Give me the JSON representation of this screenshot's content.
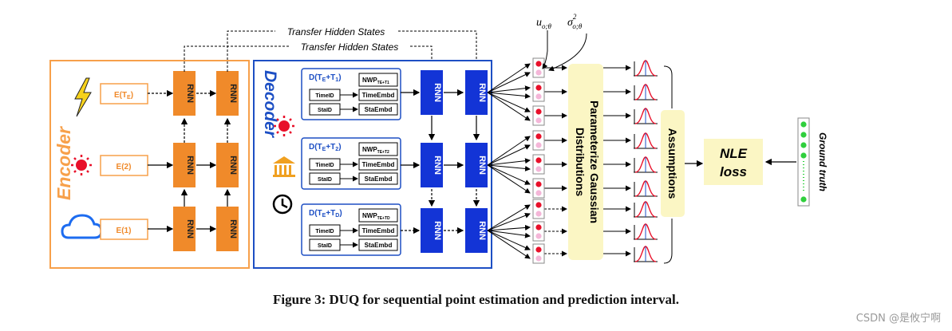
{
  "encoder": {
    "title": "Encoder",
    "inputs": [
      {
        "label": "E(T",
        "sub": "E",
        "suffix": ")",
        "icon": "lightning-icon"
      },
      {
        "label": "E(2)",
        "icon": "sun-icon"
      },
      {
        "label": "E(1)",
        "icon": "cloud-icon"
      }
    ],
    "rnn_label": "RNN"
  },
  "transfer_label": "Transfer Hidden States",
  "decoder": {
    "title": "Decoder",
    "icons": [
      "sun-icon",
      "bank-icon",
      "clock-icon"
    ],
    "blocks": [
      {
        "d_label": "D(T",
        "d_sub1": "E",
        "d_plus": "+T",
        "d_sub2": "1",
        "nwp": "NWP",
        "nwp_sub": "TE+T1"
      },
      {
        "d_label": "D(T",
        "d_sub1": "E",
        "d_plus": "+T",
        "d_sub2": "2",
        "nwp": "NWP",
        "nwp_sub": "TE+T2"
      },
      {
        "d_label": "D(T",
        "d_sub1": "E",
        "d_plus": "+T",
        "d_sub2": "D",
        "nwp": "NWP",
        "nwp_sub": "TE+TD"
      }
    ],
    "time_id": "TimeID",
    "time_embd": "TimeEmbd",
    "sta_id": "StaID",
    "sta_embd": "StaEmbd",
    "rnn_label": "RNN"
  },
  "mu_label": "u",
  "mu_sub": "o;θ",
  "sigma_label": "σ",
  "sigma_sup": "2",
  "sigma_sub": "o;θ",
  "param_box": [
    "Parameterize  Gaussian",
    "Distributions"
  ],
  "assumptions": "Assumptions",
  "nle_loss": [
    "NLE",
    "loss"
  ],
  "ground_truth": "Ground truth",
  "caption": "Figure 3: DUQ for sequential point estimation and prediction interval.",
  "watermark": "CSDN @是攸宁啊",
  "colors": {
    "encoder_orange": "#f7a04a",
    "rnn_orange": "#f08a2a",
    "decoder_blue": "#1d4fc4",
    "rnn_blue": "#1334d6",
    "yellow": "#fbf6c4",
    "red_dot": "#e8102a",
    "green_dot": "#2fcf3c"
  }
}
